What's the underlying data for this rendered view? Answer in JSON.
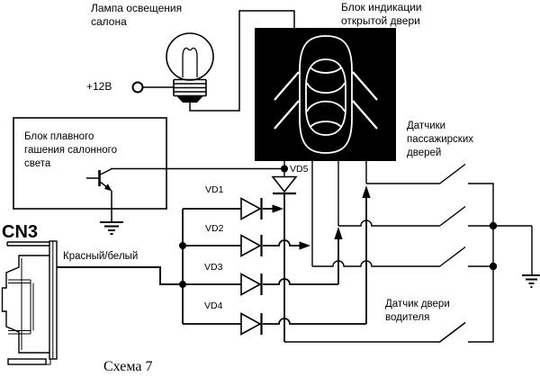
{
  "schematic": {
    "caption": "Схема 7",
    "lamp_label": "Лампа освещения\nсалона",
    "supply_label": "+12В",
    "indicator_label": "Блок индикации\nоткрытой двери",
    "dimmer_label": "Блок плавного\nгашения салонного\nсвета",
    "connector_label": "CN3",
    "wire_label": "Красный/белый",
    "passenger_sensors_label": "Датчики\nпассажирских\nдверей",
    "driver_sensor_label": "Датчик двери\nводителя",
    "diodes": {
      "vd1": "VD1",
      "vd2": "VD2",
      "vd3": "VD3",
      "vd4": "VD4",
      "vd5": "VD5"
    },
    "colors": {
      "line": "#000000",
      "background": "#ffffff",
      "indicator_block_fill": "#000000",
      "car_outline": "#ffffff"
    }
  }
}
